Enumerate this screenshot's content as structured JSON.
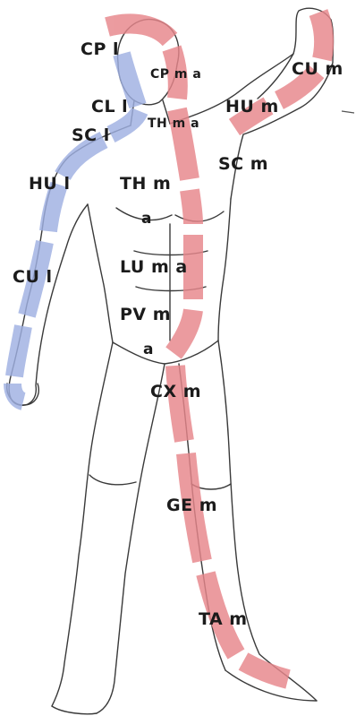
{
  "colors": {
    "medial_channel": "#e7868b",
    "lateral_channel": "#9fb0e2",
    "outline": "#3a3a3a",
    "background": "#ffffff"
  },
  "labels": {
    "cp_l": "CP l",
    "cp_m_a": "CP m a",
    "cu_m": "CU m",
    "cl_l": "CL l",
    "th_m_a_upper": "TH m a",
    "hu_m": "HU m",
    "sc_l": "SC l",
    "sc_m": "SC m",
    "hu_l": "HU l",
    "th_m": "TH m",
    "th_m_a_suffix": "a",
    "cu_l": "CU l",
    "lu_m_a": "LU m a",
    "pv_m": "PV m",
    "pv_m_a_suffix": "a",
    "cx_m": "CX m",
    "ge_m": "GE m",
    "ta_m": "TA m"
  }
}
